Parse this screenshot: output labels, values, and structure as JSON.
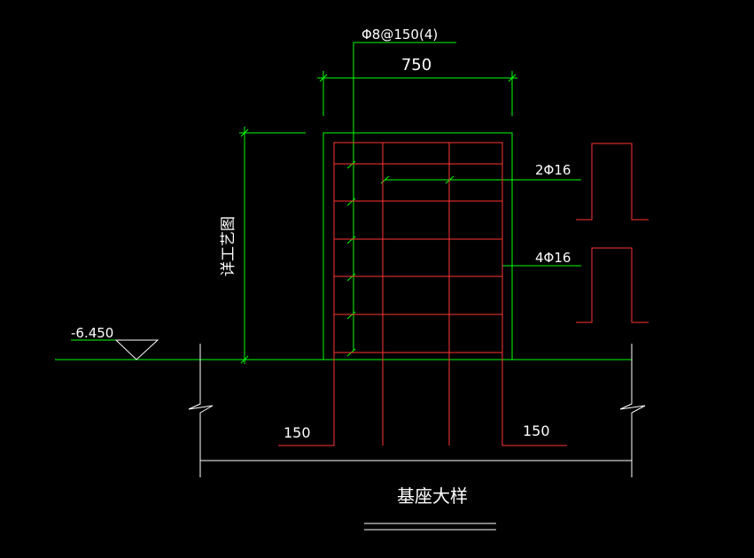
{
  "drawing": {
    "title": "基座大样",
    "stirrup_label": "Φ8@150(4)",
    "width_dim": "750",
    "height_dim": "详工艺图",
    "top_bar_label": "2Φ16",
    "side_bar_label": "4Φ16",
    "elevation_label": "-6.450",
    "left_anchor_dim": "150",
    "right_anchor_dim": "150"
  },
  "colors": {
    "background": "#000000",
    "concrete": "#00ff00",
    "rebar": "#ff3333",
    "text": "#ffffff"
  }
}
